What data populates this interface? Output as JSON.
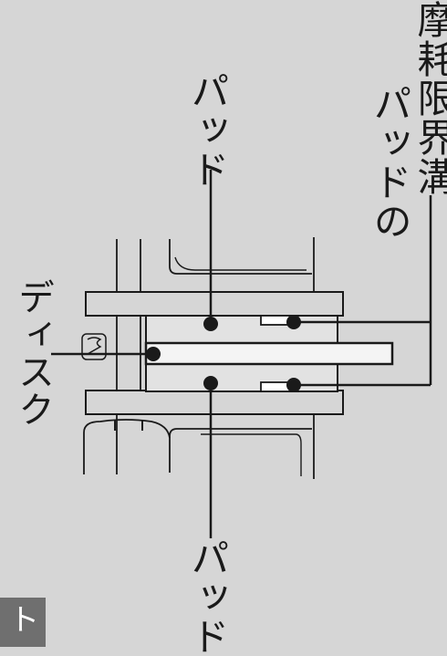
{
  "labels": {
    "disc": "ディスク",
    "pad_top": "パッド",
    "pad_bottom": "パッド",
    "wear_line1": "パッドの",
    "wear_line2": "摩耗限界溝"
  },
  "corner_tab": {
    "text": "ト"
  },
  "colors": {
    "background": "#d6d6d6",
    "line": "#1a1a1a",
    "pad_fill": "#e2e2e2",
    "disc_fill": "#f4f4f4",
    "tab_fill": "#6f6f6f"
  }
}
